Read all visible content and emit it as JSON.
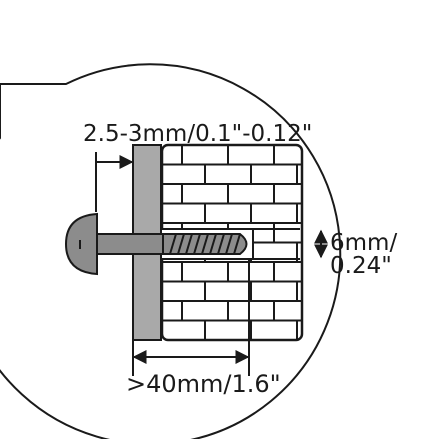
{
  "diagram": {
    "labels": {
      "plate_thickness": "2.5-3mm/0.1\"-0.12\"",
      "hole_diameter_line1": "6mm/",
      "hole_diameter_line2": "0.24\"",
      "screw_depth": ">40mm/1.6\""
    },
    "colors": {
      "line": "#1a1a1a",
      "plate": "#a9a9a9",
      "screw": "#8c8c8c",
      "brick_fill": "#ffffff"
    },
    "parts": [
      "magnifier-callout",
      "mounting-plate",
      "brick-wall",
      "wall-plug",
      "screw"
    ]
  }
}
